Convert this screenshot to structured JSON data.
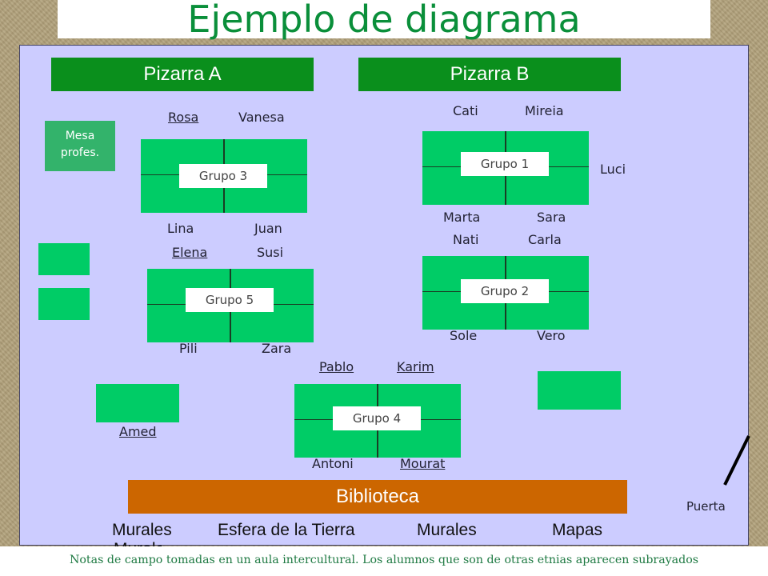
{
  "title": "Ejemplo de diagrama",
  "boards": {
    "a": "Pizarra A",
    "b": "Pizarra B"
  },
  "mesa": {
    "line1": "Mesa",
    "line2": "profes."
  },
  "groups": {
    "g1": "Grupo 1",
    "g2": "Grupo 2",
    "g3": "Grupo 3",
    "g4": "Grupo 4",
    "g5": "Grupo 5"
  },
  "students": {
    "rosa": "Rosa",
    "vanesa": "Vanesa",
    "lina": "Lina",
    "juan": "Juan",
    "elena": "Elena",
    "susi": "Susi",
    "pili": "Pili",
    "zara": "Zara",
    "cati": "Cati",
    "mireia": "Mireia",
    "luci": "Luci",
    "marta": "Marta",
    "sara": "Sara",
    "nati": "Nati",
    "carla": "Carla",
    "sole": "Sole",
    "vero": "Vero",
    "pablo": "Pablo",
    "karim": "Karim",
    "antoni": "Antoni",
    "mourat": "Mourat",
    "amed": "Amed"
  },
  "biblioteca": "Biblioteca",
  "walls": {
    "murales1": "Murales",
    "esfera": "Esfera de la Tierra",
    "murales2": "Murales",
    "mapas": "Mapas",
    "murales_cut": "Murales"
  },
  "puerta": "Puerta",
  "footer": "Notas de campo tomadas en un aula intercultural. Los alumnos que son de otras etnias aparecen subrayados",
  "colors": {
    "title": "#0a8f3a",
    "board": "#0a8f1c",
    "table": "#00cc66",
    "biblioteca": "#cc6600",
    "room": "#ccccff"
  }
}
